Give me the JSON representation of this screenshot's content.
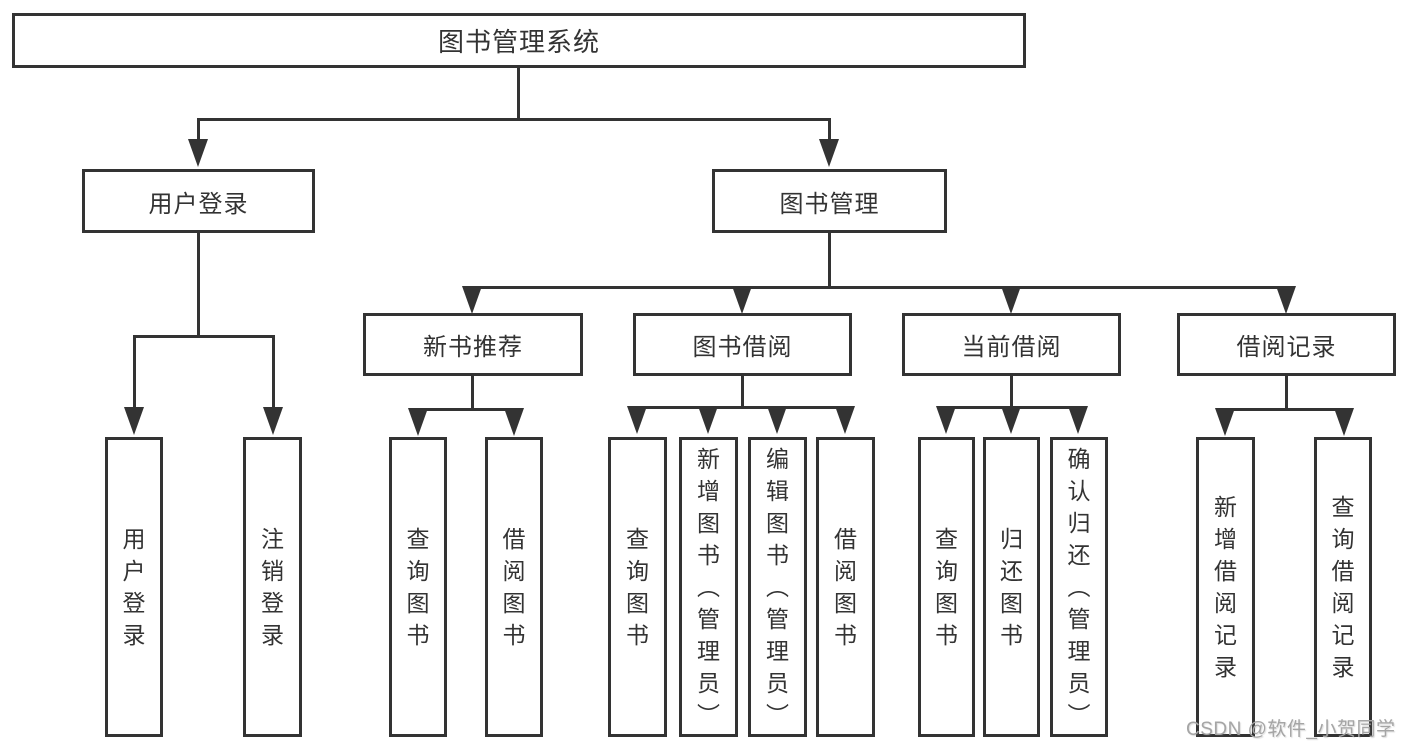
{
  "diagram": {
    "root": {
      "label": "图书管理系统"
    },
    "level2": [
      {
        "label": "用户登录"
      },
      {
        "label": "图书管理"
      }
    ],
    "level3": [
      {
        "label": "新书推荐"
      },
      {
        "label": "图书借阅"
      },
      {
        "label": "当前借阅"
      },
      {
        "label": "借阅记录"
      }
    ],
    "leaves": {
      "login": [
        {
          "label": "用户登录"
        },
        {
          "label": "注销登录"
        }
      ],
      "recommend": [
        {
          "label": "查询图书"
        },
        {
          "label": "借阅图书"
        }
      ],
      "borrow": [
        {
          "label": "查询图书"
        },
        {
          "label": "新增图书（管理员）"
        },
        {
          "label": "编辑图书（管理员）"
        },
        {
          "label": "借阅图书"
        }
      ],
      "current": [
        {
          "label": "查询图书"
        },
        {
          "label": "归还图书"
        },
        {
          "label": "确认归还（管理员）"
        }
      ],
      "records": [
        {
          "label": "新增借阅记录"
        },
        {
          "label": "查询借阅记录"
        }
      ]
    },
    "line_color": "#333333"
  },
  "watermark": {
    "text": "CSDN @软件_小贺同学"
  }
}
